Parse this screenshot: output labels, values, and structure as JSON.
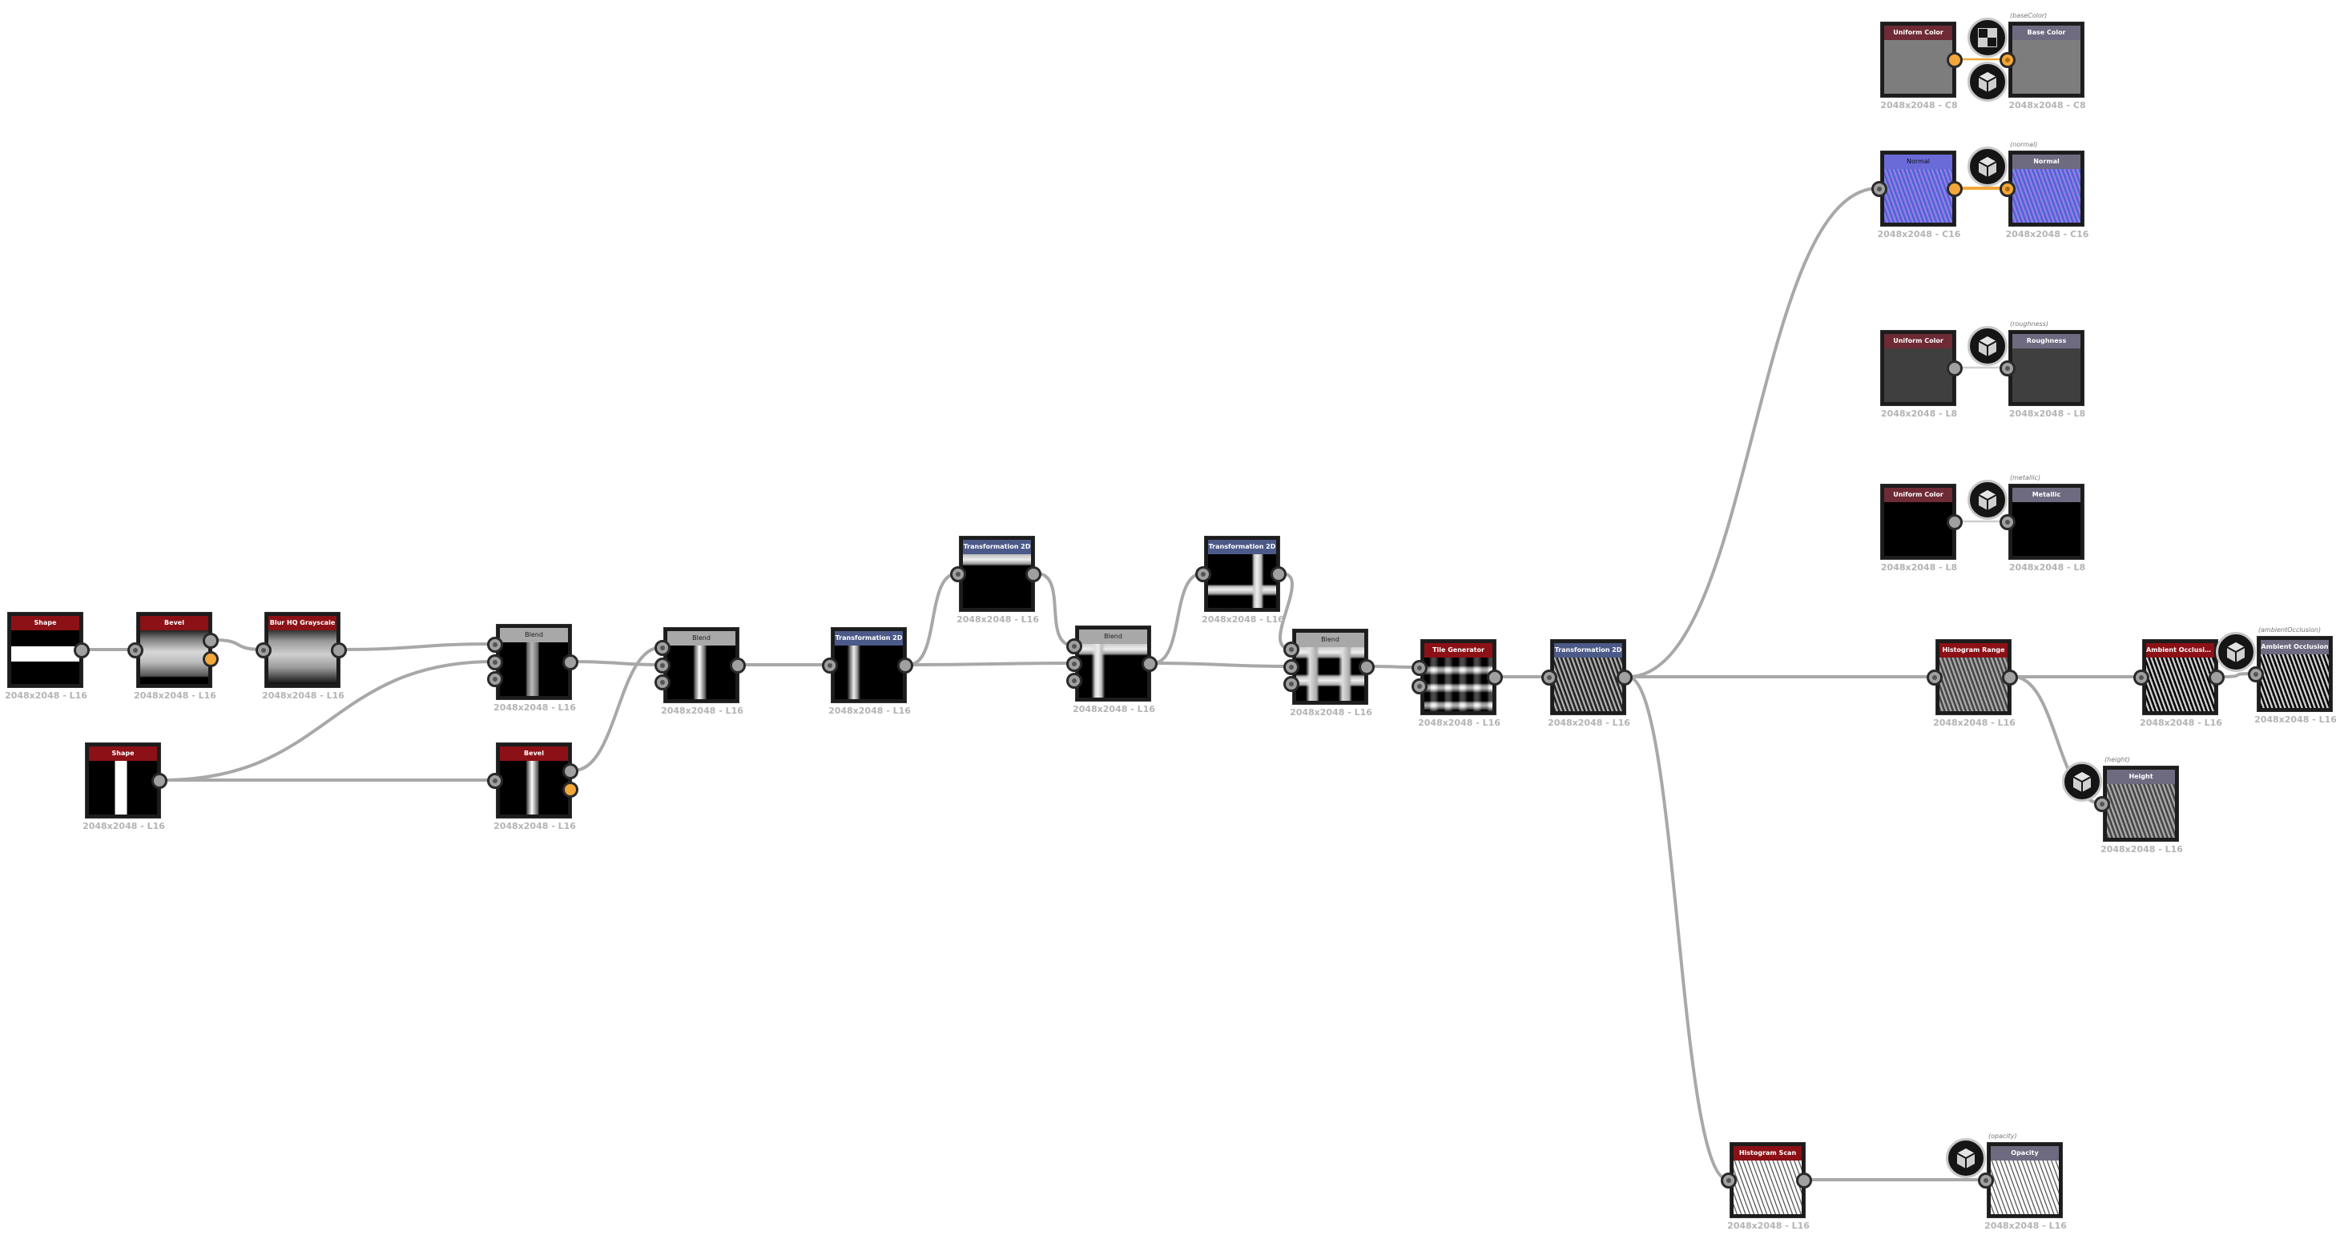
{
  "colors": {
    "edge": "#a8a8a8",
    "edge_color": "#f2a73a",
    "header_red": "#8b1116",
    "header_output": "#6e6a80"
  },
  "nodes": [
    {
      "id": "shape1",
      "title": "Shape",
      "size": "2048x2048 - L16",
      "hdr": "red",
      "pv": "hband",
      "inputs": 0,
      "outputs": 1
    },
    {
      "id": "bevel1",
      "title": "Bevel",
      "size": "2048x2048 - L16",
      "hdr": "red",
      "pv": "bevelh",
      "inputs": 1,
      "outputs": 2,
      "orange_out": [
        1
      ]
    },
    {
      "id": "blur1",
      "title": "Blur HQ Grayscale",
      "size": "2048x2048 - L16",
      "hdr": "red",
      "pv": "blur",
      "inputs": 1,
      "outputs": 1
    },
    {
      "id": "blend1",
      "title": "Blend",
      "size": "2048x2048 - L16",
      "hdr": "blend",
      "pv": "blend1",
      "inputs": 3,
      "outputs": 1
    },
    {
      "id": "shape2",
      "title": "Shape",
      "size": "2048x2048 - L16",
      "hdr": "red",
      "pv": "vbar",
      "inputs": 0,
      "outputs": 1
    },
    {
      "id": "bevel2",
      "title": "Bevel",
      "size": "2048x2048 - L16",
      "hdr": "red",
      "pv": "bevelv",
      "inputs": 1,
      "outputs": 2,
      "orange_out": [
        1
      ]
    },
    {
      "id": "blend2",
      "title": "Blend",
      "size": "2048x2048 - L16",
      "hdr": "blend",
      "pv": "bevelv",
      "inputs": 3,
      "outputs": 1
    },
    {
      "id": "t2d1",
      "title": "Transformation 2D",
      "size": "2048x2048 - L16",
      "hdr": "t2d",
      "pv": "t2dv",
      "inputs": 1,
      "outputs": 1
    },
    {
      "id": "t2d2",
      "title": "Transformation 2D",
      "size": "2048x2048 - L16",
      "hdr": "t2d",
      "pv": "t2dtop",
      "inputs": 1,
      "outputs": 1
    },
    {
      "id": "blend3",
      "title": "Blend",
      "size": "2048x2048 - L16",
      "hdr": "blend",
      "pv": "blend3",
      "inputs": 3,
      "outputs": 1
    },
    {
      "id": "t2d3",
      "title": "Transformation 2D",
      "size": "2048x2048 - L16",
      "hdr": "t2d",
      "pv": "t2dtop2",
      "inputs": 1,
      "outputs": 1
    },
    {
      "id": "blend4",
      "title": "Blend",
      "size": "2048x2048 - L16",
      "hdr": "blend",
      "pv": "blend4",
      "inputs": 3,
      "outputs": 1
    },
    {
      "id": "tile",
      "title": "Tile Generator",
      "size": "2048x2048 - L16",
      "hdr": "red",
      "pv": "tile",
      "inputs": 2,
      "outputs": 1
    },
    {
      "id": "t2d4",
      "title": "Transformation 2D",
      "size": "2048x2048 - L16",
      "hdr": "t2d",
      "pv": "noise",
      "inputs": 1,
      "outputs": 1
    },
    {
      "id": "hrange",
      "title": "Histogram Range",
      "size": "2048x2048 - L16",
      "hdr": "red",
      "pv": "noisemid",
      "inputs": 1,
      "outputs": 1
    },
    {
      "id": "ao",
      "title": "Ambient Occlusion (HB...",
      "size": "2048x2048 - L16",
      "hdr": "red",
      "pv": "noisedark",
      "inputs": 1,
      "outputs": 1
    },
    {
      "id": "aoout",
      "title": "Ambient Occlusion",
      "size": "2048x2048 - L16",
      "hdr": "out",
      "pv": "noisedark",
      "inputs": 1,
      "outputs": 0,
      "output_id": "(ambientOcclusion)",
      "icons": [
        "cube"
      ]
    },
    {
      "id": "heightout",
      "title": "Height",
      "size": "2048x2048 - L16",
      "hdr": "out",
      "pv": "noisemid",
      "inputs": 1,
      "outputs": 0,
      "output_id": "(height)",
      "icons": [
        "cube"
      ]
    },
    {
      "id": "hscan",
      "title": "Histogram Scan",
      "size": "2048x2048 - L16",
      "hdr": "red",
      "pv": "noiselight",
      "inputs": 1,
      "outputs": 1
    },
    {
      "id": "opacityout",
      "title": "Opacity",
      "size": "2048x2048 - L16",
      "hdr": "out",
      "pv": "noiselight",
      "inputs": 1,
      "outputs": 0,
      "output_id": "(opacity)",
      "icons": [
        "cube"
      ]
    },
    {
      "id": "ucbase",
      "title": "Uniform Color",
      "size": "2048x2048 - C8",
      "hdr": "uc",
      "pv": "gray",
      "inputs": 0,
      "outputs": 1,
      "orange_out": [
        0
      ]
    },
    {
      "id": "baseout",
      "title": "Base Color",
      "size": "2048x2048 - C8",
      "hdr": "out",
      "pv": "gray",
      "inputs": 1,
      "outputs": 0,
      "orange_in": [
        0
      ],
      "output_id": "(baseColor)",
      "icons": [
        "checker",
        "cube"
      ]
    },
    {
      "id": "normal",
      "title": "Normal",
      "size": "2048x2048 - C16",
      "hdr": "normal",
      "pv": "normaln",
      "inputs": 1,
      "outputs": 1,
      "orange_out": [
        0
      ]
    },
    {
      "id": "normalout",
      "title": "Normal",
      "size": "2048x2048 - C16",
      "hdr": "out",
      "pv": "normaln",
      "inputs": 1,
      "outputs": 0,
      "orange_in": [
        0
      ],
      "output_id": "(normal)",
      "icons": [
        "cube"
      ]
    },
    {
      "id": "ucrough",
      "title": "Uniform Color",
      "size": "2048x2048 - L8",
      "hdr": "uc",
      "pv": "dgray",
      "inputs": 0,
      "outputs": 1
    },
    {
      "id": "roughout",
      "title": "Roughness",
      "size": "2048x2048 - L8",
      "hdr": "out",
      "pv": "dgray",
      "inputs": 1,
      "outputs": 0,
      "output_id": "(roughness)",
      "icons": [
        "cube"
      ]
    },
    {
      "id": "ucmetal",
      "title": "Uniform Color",
      "size": "2048x2048 - L8",
      "hdr": "uc",
      "pv": "black",
      "inputs": 0,
      "outputs": 1
    },
    {
      "id": "metalout",
      "title": "Metallic",
      "size": "2048x2048 - L8",
      "hdr": "out",
      "pv": "black",
      "inputs": 1,
      "outputs": 0,
      "output_id": "(metallic)",
      "icons": [
        "cube"
      ]
    }
  ],
  "connections": [
    {
      "from": "shape1",
      "out": 0,
      "to": "bevel1",
      "in": 0
    },
    {
      "from": "bevel1",
      "out": 0,
      "to": "blur1",
      "in": 0
    },
    {
      "from": "blur1",
      "out": 0,
      "to": "blend1",
      "in": 0
    },
    {
      "from": "shape2",
      "out": 0,
      "to": "blend1",
      "in": 1
    },
    {
      "from": "shape2",
      "out": 0,
      "to": "bevel2",
      "in": 0
    },
    {
      "from": "bevel2",
      "out": 0,
      "to": "blend2",
      "in": 0
    },
    {
      "from": "blend1",
      "out": 0,
      "to": "blend2",
      "in": 1
    },
    {
      "from": "blend2",
      "out": 0,
      "to": "t2d1",
      "in": 0
    },
    {
      "from": "t2d1",
      "out": 0,
      "to": "t2d2",
      "in": 0
    },
    {
      "from": "t2d1",
      "out": 0,
      "to": "blend3",
      "in": 1
    },
    {
      "from": "t2d2",
      "out": 0,
      "to": "blend3",
      "in": 0
    },
    {
      "from": "blend3",
      "out": 0,
      "to": "t2d3",
      "in": 0
    },
    {
      "from": "blend3",
      "out": 0,
      "to": "blend4",
      "in": 1
    },
    {
      "from": "t2d3",
      "out": 0,
      "to": "blend4",
      "in": 0
    },
    {
      "from": "blend4",
      "out": 0,
      "to": "tile",
      "in": 0
    },
    {
      "from": "tile",
      "out": 0,
      "to": "t2d4",
      "in": 0
    },
    {
      "from": "t2d4",
      "out": 0,
      "to": "normal",
      "in": 0
    },
    {
      "from": "t2d4",
      "out": 0,
      "to": "hrange",
      "in": 0
    },
    {
      "from": "t2d4",
      "out": 0,
      "to": "hscan",
      "in": 0
    },
    {
      "from": "hrange",
      "out": 0,
      "to": "ao",
      "in": 0
    },
    {
      "from": "hrange",
      "out": 0,
      "to": "heightout",
      "in": 0
    },
    {
      "from": "ao",
      "out": 0,
      "to": "aoout",
      "in": 0
    },
    {
      "from": "hscan",
      "out": 0,
      "to": "opacityout",
      "in": 0
    },
    {
      "from": "ucbase",
      "out": 0,
      "to": "baseout",
      "in": 0,
      "color": true,
      "thin": true
    },
    {
      "from": "normal",
      "out": 0,
      "to": "normalout",
      "in": 0,
      "color": true
    },
    {
      "from": "ucrough",
      "out": 0,
      "to": "roughout",
      "in": 0,
      "thin": true
    },
    {
      "from": "ucmetal",
      "out": 0,
      "to": "metalout",
      "in": 0,
      "thin": true
    }
  ]
}
